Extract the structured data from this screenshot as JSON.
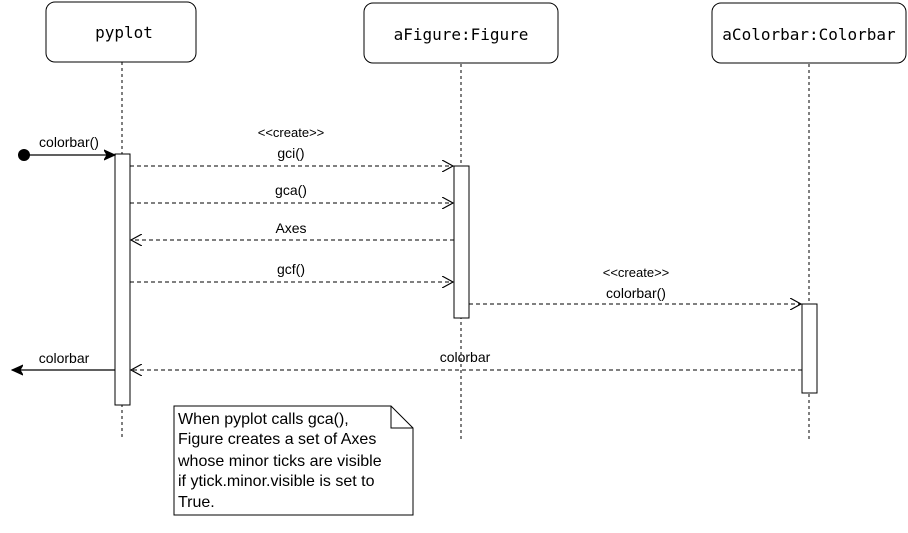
{
  "lifelines": {
    "pyplot": "pyplot",
    "figure": "aFigure:Figure",
    "colorbar": "aColorbar:Colorbar"
  },
  "messages": {
    "entry": "colorbar()",
    "gci_stereotype": "<<create>>",
    "gci": "gci()",
    "gca": "gca()",
    "axes_return": "Axes",
    "gcf": "gcf()",
    "colorbar_stereotype": "<<create>>",
    "colorbar_call": "colorbar()",
    "colorbar_return": "colorbar",
    "exit": "colorbar"
  },
  "note": {
    "lines": [
      "When pyplot calls gca(),",
      "Figure creates a set of Axes",
      "whose minor ticks are visible",
      "if ytick.minor.visible is set to",
      "True."
    ]
  }
}
